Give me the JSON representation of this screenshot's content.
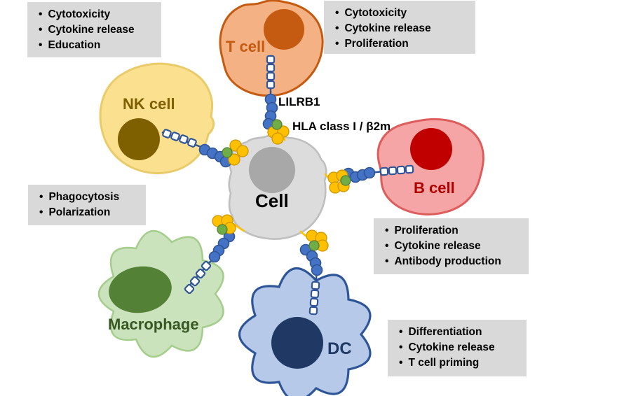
{
  "cells": {
    "center": {
      "name": "Cell"
    },
    "t": {
      "name": "T cell"
    },
    "nk": {
      "name": "NK cell"
    },
    "b": {
      "name": "B cell"
    },
    "mac": {
      "name": "Macrophage"
    },
    "dc": {
      "name": "DC"
    }
  },
  "labels": {
    "lilrb1": "LILRB1",
    "hla": "HLA class I / β2m"
  },
  "boxes": {
    "nk": {
      "items": [
        "Cytotoxicity",
        "Cytokine release",
        "Education"
      ]
    },
    "t": {
      "items": [
        "Cytotoxicity",
        "Cytokine release",
        "Proliferation"
      ]
    },
    "mac": {
      "items": [
        "Phagocytosis",
        "Polarization"
      ]
    },
    "b": {
      "items": [
        "Proliferation",
        "Cytokine release",
        "Antibody production"
      ]
    },
    "dc": {
      "items": [
        "Differentiation",
        "Cytokine release",
        "T cell priming"
      ]
    }
  },
  "icons": {
    "receptor": "lilrb1-bead-chain-icon",
    "ligand": "hla-class-i-b2m-complex-icon"
  },
  "colors": {
    "t_fill": "#F4B183",
    "t_stroke": "#C55A11",
    "t_nucleus": "#C55A11",
    "t_label": "#C55A11",
    "nk_fill": "#FBE18F",
    "nk_stroke": "#EACB69",
    "nk_nucleus": "#7F6000",
    "nk_label": "#7F6000",
    "b_fill": "#F5A5A5",
    "b_stroke": "#DD5C5C",
    "b_nucleus": "#C00000",
    "b_label": "#B00000",
    "cell_fill": "#DCDCDC",
    "cell_stroke": "#BFBFBF",
    "cell_nucleus": "#A8A8A8",
    "cell_label": "#000000",
    "mac_fill": "#CBE3BC",
    "mac_stroke": "#A5CD8D",
    "mac_nucleus": "#538135",
    "mac_label": "#385723",
    "dc_fill": "#B6C9E8",
    "dc_stroke": "#2E5597",
    "dc_nucleus": "#1F3864",
    "dc_label": "#1F3864",
    "bead_fill": "#4472C4",
    "bead_stroke": "#2F5597",
    "square_fill": "#FFFFFF",
    "square_stroke": "#2F5597",
    "hla_yellow": "#FFC000",
    "hla_yellow_stroke": "#D09500",
    "hla_green": "#70AD47",
    "hla_green_stroke": "#538135",
    "box_bg": "#D9D9D9",
    "box_text": "#000000"
  }
}
